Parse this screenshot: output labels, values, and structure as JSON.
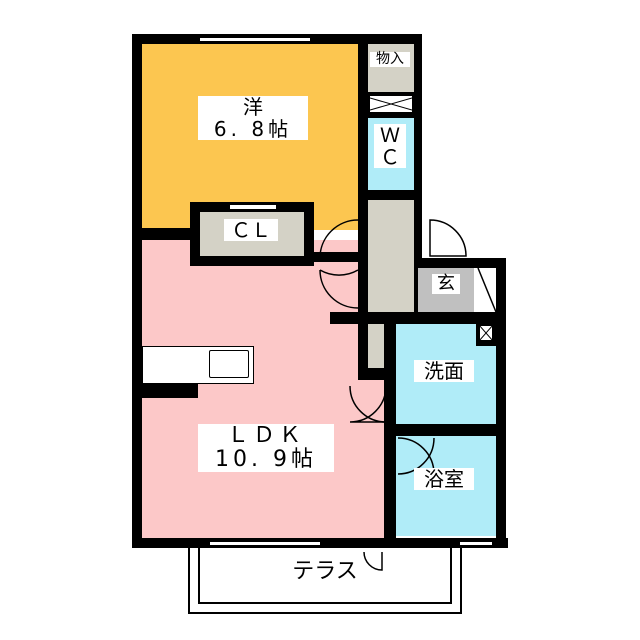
{
  "floorplan": {
    "rooms": {
      "western": {
        "name": "洋",
        "size": "6. 8帖",
        "color": "#FCC650"
      },
      "ldk": {
        "name": "ＬＤＫ",
        "size": "10. 9帖",
        "color": "#FCC8C8"
      },
      "closet": {
        "name": "ＣＬ",
        "color": "#D4D2C6"
      },
      "storage": {
        "name": "物入",
        "color": "#D4D2C6"
      },
      "wc": {
        "name": "Ｗ\nＣ",
        "color": "#B0ECF8"
      },
      "entrance": {
        "name": "玄",
        "color": "#C0C0C0"
      },
      "washroom": {
        "name": "洗面",
        "color": "#B0ECF8"
      },
      "bathroom": {
        "name": "浴室",
        "color": "#B0ECF8"
      },
      "terrace": {
        "name": "テラス"
      },
      "hallway": {
        "color": "#D4D2C6"
      }
    }
  }
}
